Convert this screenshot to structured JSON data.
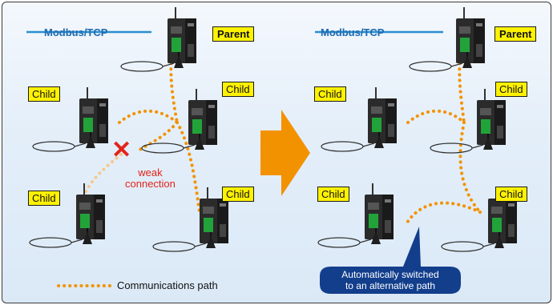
{
  "left_panel": {
    "network_label": "Modbus/TCP",
    "parent_label": "Parent",
    "child_labels": [
      "Child",
      "Child",
      "Child",
      "Child"
    ],
    "failure_text_1": "weak",
    "failure_text_2": "connection"
  },
  "right_panel": {
    "network_label": "Modbus/TCP",
    "parent_label": "Parent",
    "child_labels": [
      "Child",
      "Child",
      "Child",
      "Child"
    ],
    "callout_line_1": "Automatically switched",
    "callout_line_2": "to an alternative path"
  },
  "legend": {
    "label": "Communications path"
  },
  "colors": {
    "path": "#f39200",
    "weak_path": "#f6c98a",
    "arrow": "#f39200",
    "tag_fill": "#fff200",
    "network_line": "#2a8fd0",
    "failure": "#e2231a",
    "callout": "#123e8c"
  }
}
